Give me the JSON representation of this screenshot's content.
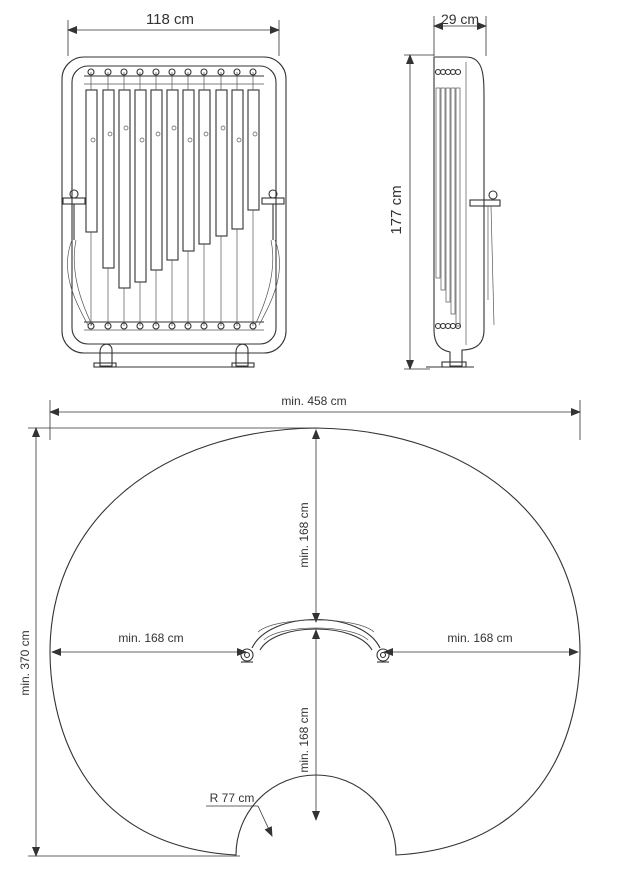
{
  "front_view": {
    "width_label": "118 cm"
  },
  "side_view": {
    "depth_label": "29 cm",
    "height_label": "177 cm"
  },
  "safety_zone": {
    "overall_width_label": "min. 458 cm",
    "overall_depth_label": "min. 370 cm",
    "back_clearance_label": "min. 168 cm",
    "front_clearance_label": "min. 168 cm",
    "left_clearance_label": "min. 168 cm",
    "right_clearance_label": "min. 168 cm",
    "radius_label": "R 77 cm"
  }
}
